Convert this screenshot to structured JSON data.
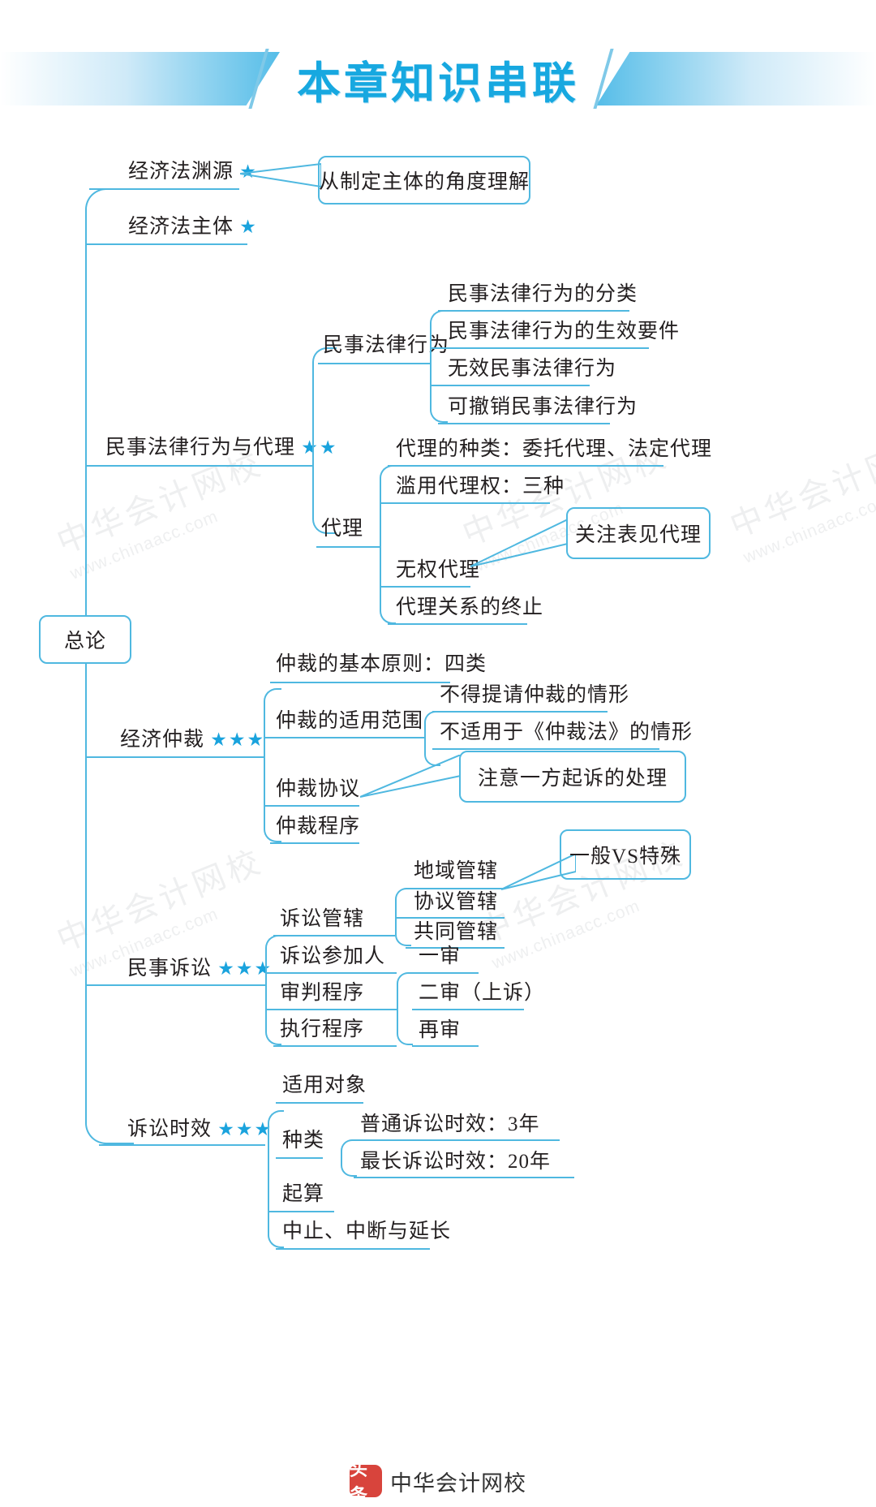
{
  "header": {
    "title": "本章知识串联"
  },
  "root": {
    "label": "总论"
  },
  "watermarks": [
    {
      "big": "中华会计网校",
      "small": "www.chinaacc.com"
    },
    {
      "big": "中华会计网校",
      "small": "www.chinaacc.com"
    },
    {
      "big": "中华会计网校",
      "small": "www.chinaacc.com"
    },
    {
      "big": "中华会计网校",
      "small": "www.chinaacc.com"
    },
    {
      "big": "中华会计网校",
      "small": "www.chinaacc.com"
    }
  ],
  "branches": {
    "b1": {
      "label": "经济法渊源",
      "stars": "★",
      "callout": "从制定主体的角度理解"
    },
    "b2": {
      "label": "经济法主体",
      "stars": "★"
    },
    "b3": {
      "label": "民事法律行为与代理",
      "stars": "★★",
      "sub1": {
        "label": "民事法律行为",
        "items": [
          "民事法律行为的分类",
          "民事法律行为的生效要件",
          "无效民事法律行为",
          "可撤销民事法律行为"
        ]
      },
      "sub2": {
        "label": "代理",
        "items": [
          "代理的种类：委托代理、法定代理",
          "滥用代理权：三种",
          "无权代理",
          "代理关系的终止"
        ],
        "callout": "关注表见代理"
      }
    },
    "b4": {
      "label": "经济仲裁",
      "stars": "★★★",
      "items": [
        "仲裁的基本原则：四类",
        "仲裁的适用范围",
        "仲裁协议",
        "仲裁程序"
      ],
      "scope_items": [
        "不得提请仲裁的情形",
        "不适用于《仲裁法》的情形"
      ],
      "callout": "注意一方起诉的处理"
    },
    "b5": {
      "label": "民事诉讼",
      "stars": "★★★",
      "items": [
        "诉讼管辖",
        "诉讼参加人",
        "审判程序",
        "执行程序"
      ],
      "jurisdiction_items": [
        "地域管辖",
        "协议管辖",
        "共同管辖"
      ],
      "trial_items": [
        "一审",
        "二审（上诉）",
        "再审"
      ],
      "callout": "一般VS特殊"
    },
    "b6": {
      "label": "诉讼时效",
      "stars": "★★★",
      "items": [
        "适用对象",
        "种类",
        "起算",
        "中止、中断与延长"
      ],
      "kind_items": [
        "普通诉讼时效：3年",
        "最长诉讼时效：20年"
      ]
    }
  },
  "footer": {
    "logo_text": "头条",
    "brand": "中华会计网校"
  },
  "colors": {
    "line": "#4fb8e0",
    "accent": "#17a8e0",
    "star": "#1aa3dd",
    "text": "#231f20"
  }
}
